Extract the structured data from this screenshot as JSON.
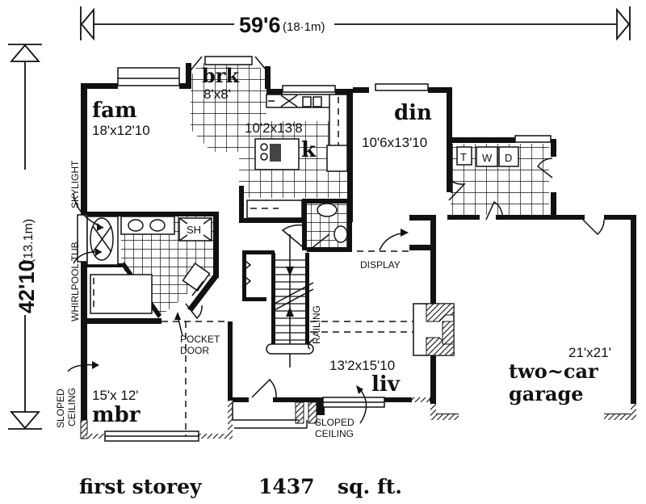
{
  "dimensions": {
    "width_label": "59'6",
    "width_metric": "(18·1m)",
    "depth_label": "42'10",
    "depth_metric": "(13.1m)"
  },
  "rooms": {
    "breakfast": {
      "name": "brk",
      "size": "8'x8'"
    },
    "family": {
      "name": "fam",
      "size": "18'x12'10"
    },
    "kitchen": {
      "name": "k",
      "size": "10'2x13'8"
    },
    "dining": {
      "name": "din",
      "size": "10'6x13'10"
    },
    "laundry": {
      "appliances": [
        "T",
        "W",
        "D"
      ]
    },
    "master_bath": {
      "shower": "SH"
    },
    "master_bedroom": {
      "name": "mbr",
      "size": "15'x 12'"
    },
    "living": {
      "name": "liv",
      "size": "13'2x15'10"
    },
    "garage": {
      "name_line1": "two~car",
      "name_line2": "garage",
      "size": "21'x21'"
    }
  },
  "annotations": {
    "skylight": "SKYLIGHT",
    "whirlpool": "WHIRLPOOL TUB",
    "pocket_door_1": "POCKET",
    "pocket_door_2": "DOOR",
    "display": "DISPLAY",
    "railing": "RAILING",
    "sloped_ceiling_mbr_1": "SLOPED",
    "sloped_ceiling_mbr_2": "CEILING",
    "sloped_ceiling_liv_1": "SLOPED",
    "sloped_ceiling_liv_2": "CEILING"
  },
  "footer": {
    "title": "first storey",
    "area": "1437",
    "unit": "sq. ft."
  }
}
